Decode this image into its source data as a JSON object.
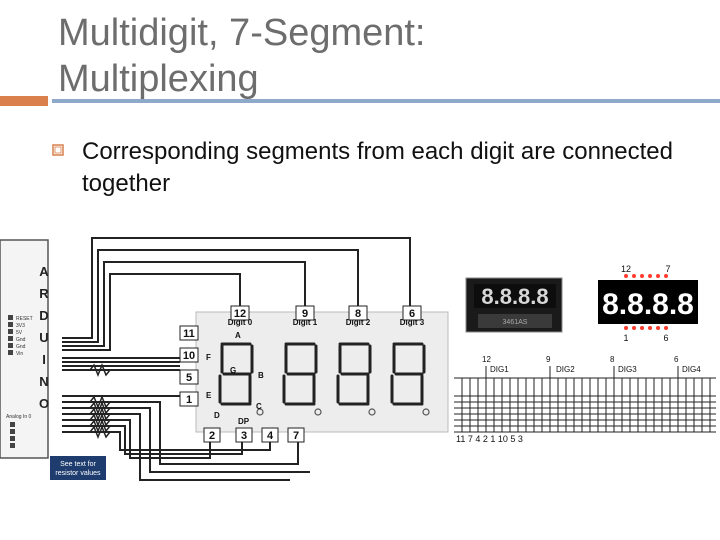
{
  "slide": {
    "title_line1": "Multidigit, 7-Segment:",
    "title_line2": "Multiplexing",
    "bullet": "Corresponding segments from each digit are connected together",
    "bullet_icon": "hollow-square-bullet-icon"
  },
  "figure": {
    "arduino_letters": [
      "A",
      "R",
      "D",
      "U",
      "I",
      "N",
      "O"
    ],
    "reset_labels": [
      "RESET",
      "3V3",
      "5V",
      "Gnd",
      "Gnd",
      "Vin"
    ],
    "analog_label": "Analog In 0",
    "resistor_note_line1": "See text for",
    "resistor_note_line2": "resistor values",
    "digit_labels": [
      "Digit 0",
      "Digit 1",
      "Digit 2",
      "Digit 3"
    ],
    "top_pins": [
      "12",
      "9",
      "8",
      "6"
    ],
    "left_pins": [
      "11",
      "10",
      "5",
      "1"
    ],
    "bottom_pins": [
      "2",
      "3",
      "4",
      "7"
    ],
    "segment_letters": {
      "a": "A",
      "b": "B",
      "c": "C",
      "d": "D",
      "e": "E",
      "f": "F",
      "g": "G",
      "dp": "DP"
    },
    "photo_display": "8.8.8.8",
    "photo_part_text": "3461AS",
    "pinout_top": [
      "12",
      "7"
    ],
    "pinout_bottom": [
      "1",
      "6"
    ],
    "schematic_pins": [
      "12",
      "9",
      "8",
      "6"
    ],
    "schematic_digits": [
      "DIG1",
      "DIG2",
      "DIG3",
      "DIG4"
    ],
    "schematic_bottom": "11 7 4 2 1 10 5 3",
    "colors": {
      "accent_orange": "#d9804c",
      "accent_blue": "#8ea9c9",
      "title_gray": "#6d6d6d",
      "led_red": "#ff3b2f"
    }
  }
}
